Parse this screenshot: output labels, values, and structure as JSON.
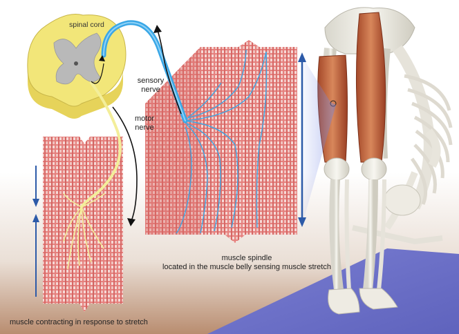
{
  "labels": {
    "spinal_cord": "spinal cord",
    "sensory_nerve_line1": "sensory",
    "sensory_nerve_line2": "nerve",
    "motor_nerve_line1": "motor",
    "motor_nerve_line2": "nerve",
    "spindle_line1": "muscle spindle",
    "spindle_line2": "located in the muscle belly sensing muscle stretch",
    "contracting": "muscle contracting in response to stretch"
  },
  "colors": {
    "spinal_white_matter": "#f2e679",
    "spinal_grey_matter": "#b9b9b9",
    "sensory_nerve": "#3aa7e6",
    "motor_nerve": "#f3ee9a",
    "muscle_fiber": "#e0706e",
    "arrow_blue": "#2c5aa8",
    "floor_wood": "#b88c6e",
    "mat_blue": "#6f73c9"
  }
}
